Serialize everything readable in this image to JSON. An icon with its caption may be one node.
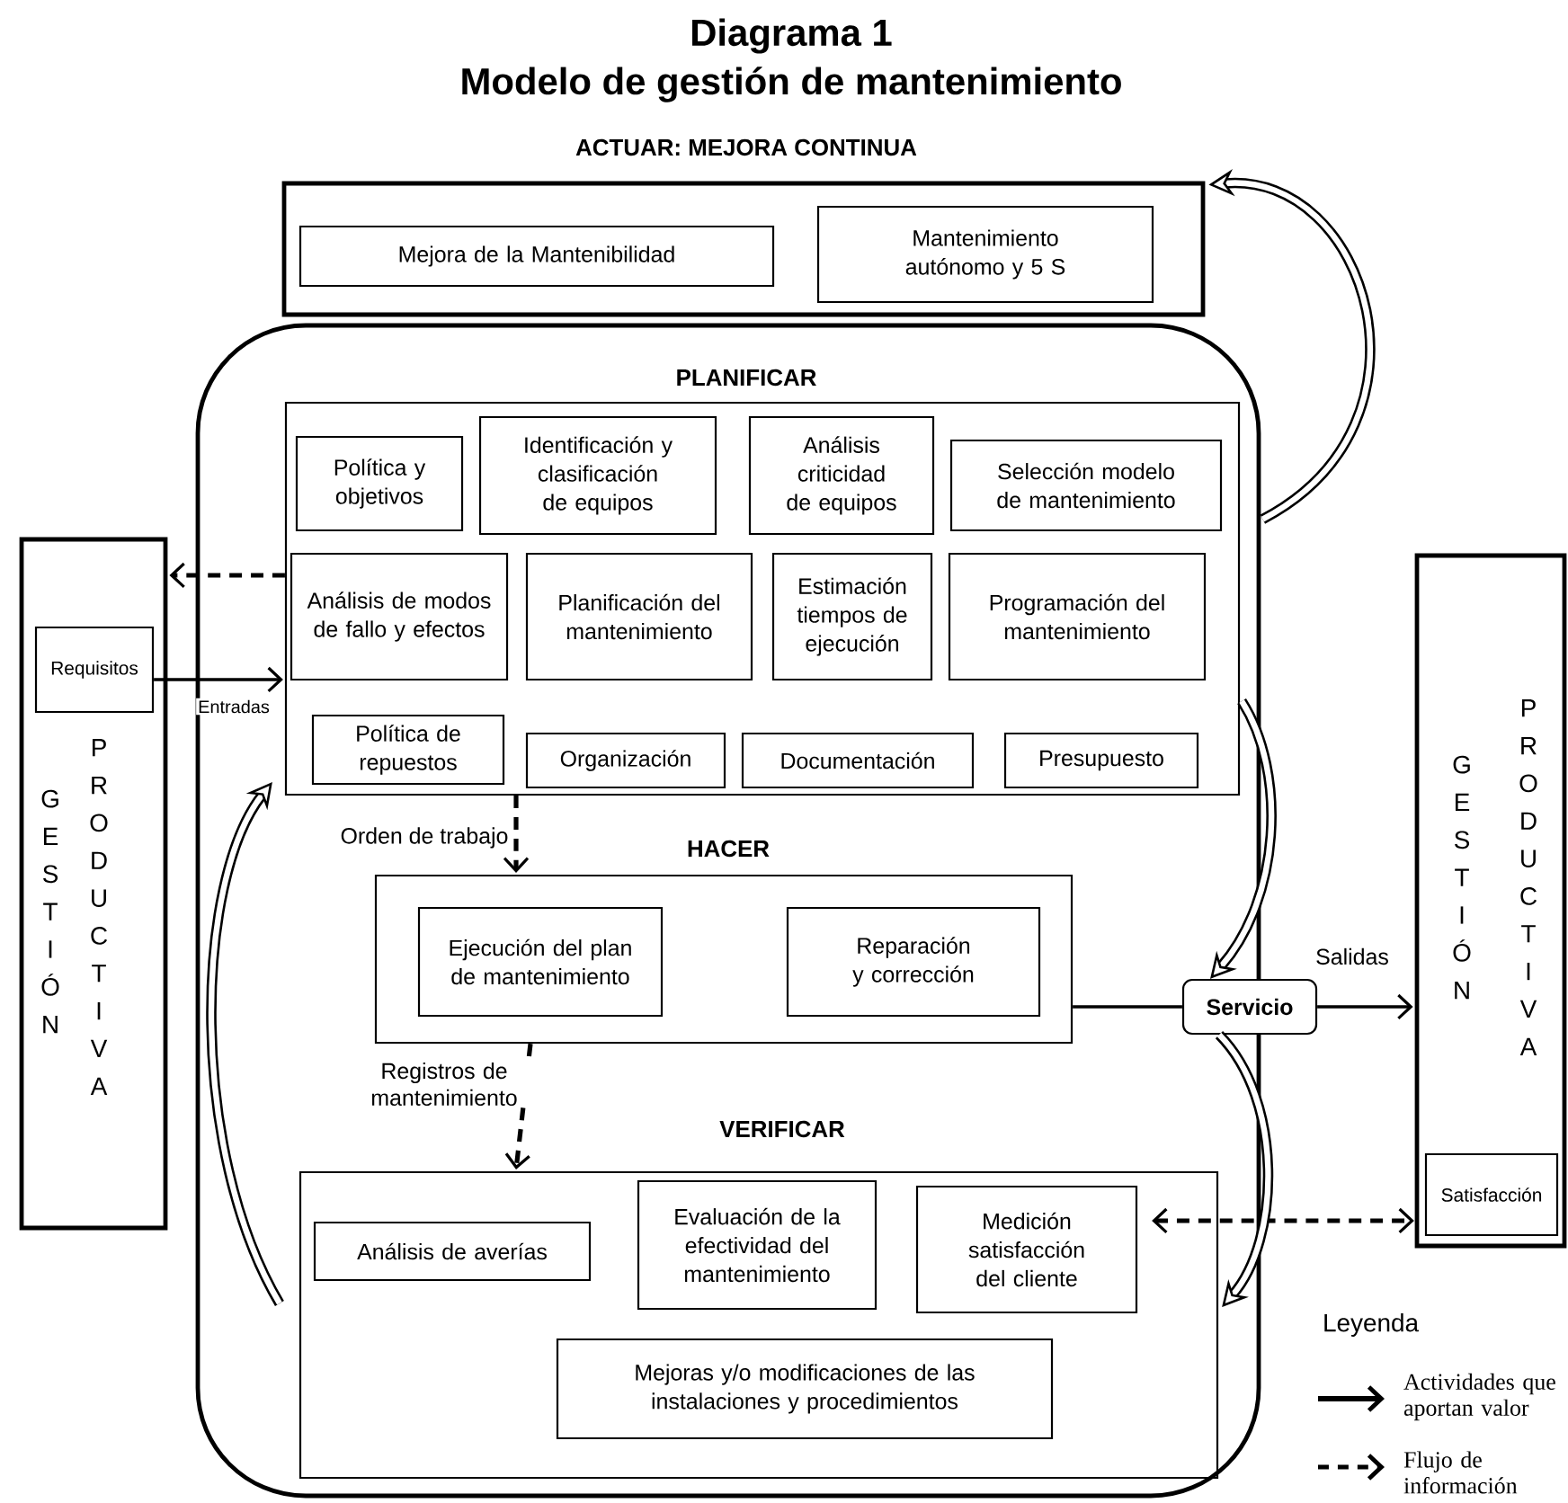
{
  "diagram": {
    "title": "Modelo de gestión de mantenimiento",
    "nodes": [
      {
        "text": [
          "ACTUAR: MEJORA CONTINUA"
        ]
      },
      {
        "text": [
          "Mejora de la Mantenibilidad"
        ],
        "in": 0
      },
      {
        "text": [
          "Mantenimiento autónomo y 5 S"
        ],
        "in": 0
      },
      {
        "text": [],
        "shape": "box"
      },
      {
        "text": [
          "PLANIFICAR"
        ],
        "in": 3
      },
      {
        "text": [
          "Política y objetivos"
        ],
        "in": 4
      },
      {
        "text": [
          "Identificación y clasificación de equipos"
        ],
        "in": 4
      },
      {
        "text": [
          "Análisis criticidad de equipos"
        ],
        "in": 4
      },
      {
        "text": [
          "Selección modelo de mantenimiento"
        ],
        "in": 4
      },
      {
        "text": [
          "Análisis de modos de fallo y efectos"
        ],
        "in": 4
      },
      {
        "text": [
          "Planificación del mantenimiento"
        ],
        "in": 4
      },
      {
        "text": [
          "Estimación tiempos de ejecución"
        ],
        "in": 4
      },
      {
        "text": [
          "Programación del mantenimiento"
        ],
        "in": 4
      },
      {
        "text": [
          "Política de repuestos"
        ],
        "in": 4
      },
      {
        "text": [
          "Organización"
        ],
        "in": 4
      },
      {
        "text": [
          "Documentación"
        ],
        "in": 4
      },
      {
        "text": [
          "Presupuesto"
        ],
        "in": 4
      },
      {
        "text": [
          "HACER"
        ],
        "in": 3
      },
      {
        "text": [
          "Ejecución  del plan de mantenimiento"
        ],
        "in": 17
      },
      {
        "text": [
          "Reparación y corrección"
        ],
        "in": 17
      },
      {
        "text": [
          "VERIFICAR"
        ],
        "in": 3
      },
      {
        "text": [
          "Análisis de averías"
        ],
        "in": 20
      },
      {
        "text": [
          "Evaluación de la efectividad del mantenimiento"
        ],
        "in": 20
      },
      {
        "text": [
          "Medición satisfacción del cliente"
        ],
        "in": 20
      },
      {
        "text": [
          "Mejoras y/o modificaciones de las instalaciones y procedimientos"
        ],
        "in": 20
      },
      {
        "text": [
          "Servicio"
        ]
      },
      {
        "text": [
          "GESTIÓN",
          "PRODUCTIVA"
        ]
      },
      {
        "text": [
          "Requisitos"
        ],
        "in": 26
      },
      {
        "text": [
          "GESTIÓN",
          "PRODUCTIVA"
        ]
      },
      {
        "text": [
          "Satisfacción"
        ],
        "in": 28
      }
    ],
    "edges": [
      {
        "from": 4,
        "to": 26,
        "arrow": "to",
        "style": "dashed"
      },
      {
        "from": 27,
        "to": 4,
        "arrow": "to",
        "label": "Entradas"
      },
      {
        "from": 4,
        "to": 17,
        "arrow": "to",
        "style": "dashed",
        "label": "Orden de trabajo"
      },
      {
        "from": 17,
        "to": 20,
        "arrow": "to",
        "style": "dashed",
        "label": "Registros de mantenimiento"
      },
      {
        "from": 17,
        "to": 25,
        "arrow": "none"
      },
      {
        "from": 25,
        "to": 28,
        "arrow": "to",
        "label": "Salidas"
      },
      {
        "from": 23,
        "to": 29,
        "arrow": "both",
        "style": "dashed"
      },
      {
        "from": 3,
        "to": 0,
        "arrow": "to",
        "style": "thick"
      },
      {
        "from": 4,
        "to": 25,
        "arrow": "to",
        "style": "thick"
      },
      {
        "from": 25,
        "to": 20,
        "arrow": "to",
        "style": "thick"
      },
      {
        "from": 20,
        "to": 4,
        "arrow": "to",
        "style": "thick"
      }
    ],
    "labels": [
      "Diagrama 1",
      "Leyenda"
    ],
    "legend": [
      {
        "text": "Actividades que aportan valor"
      },
      {
        "text": "Flujo de información"
      }
    ]
  }
}
